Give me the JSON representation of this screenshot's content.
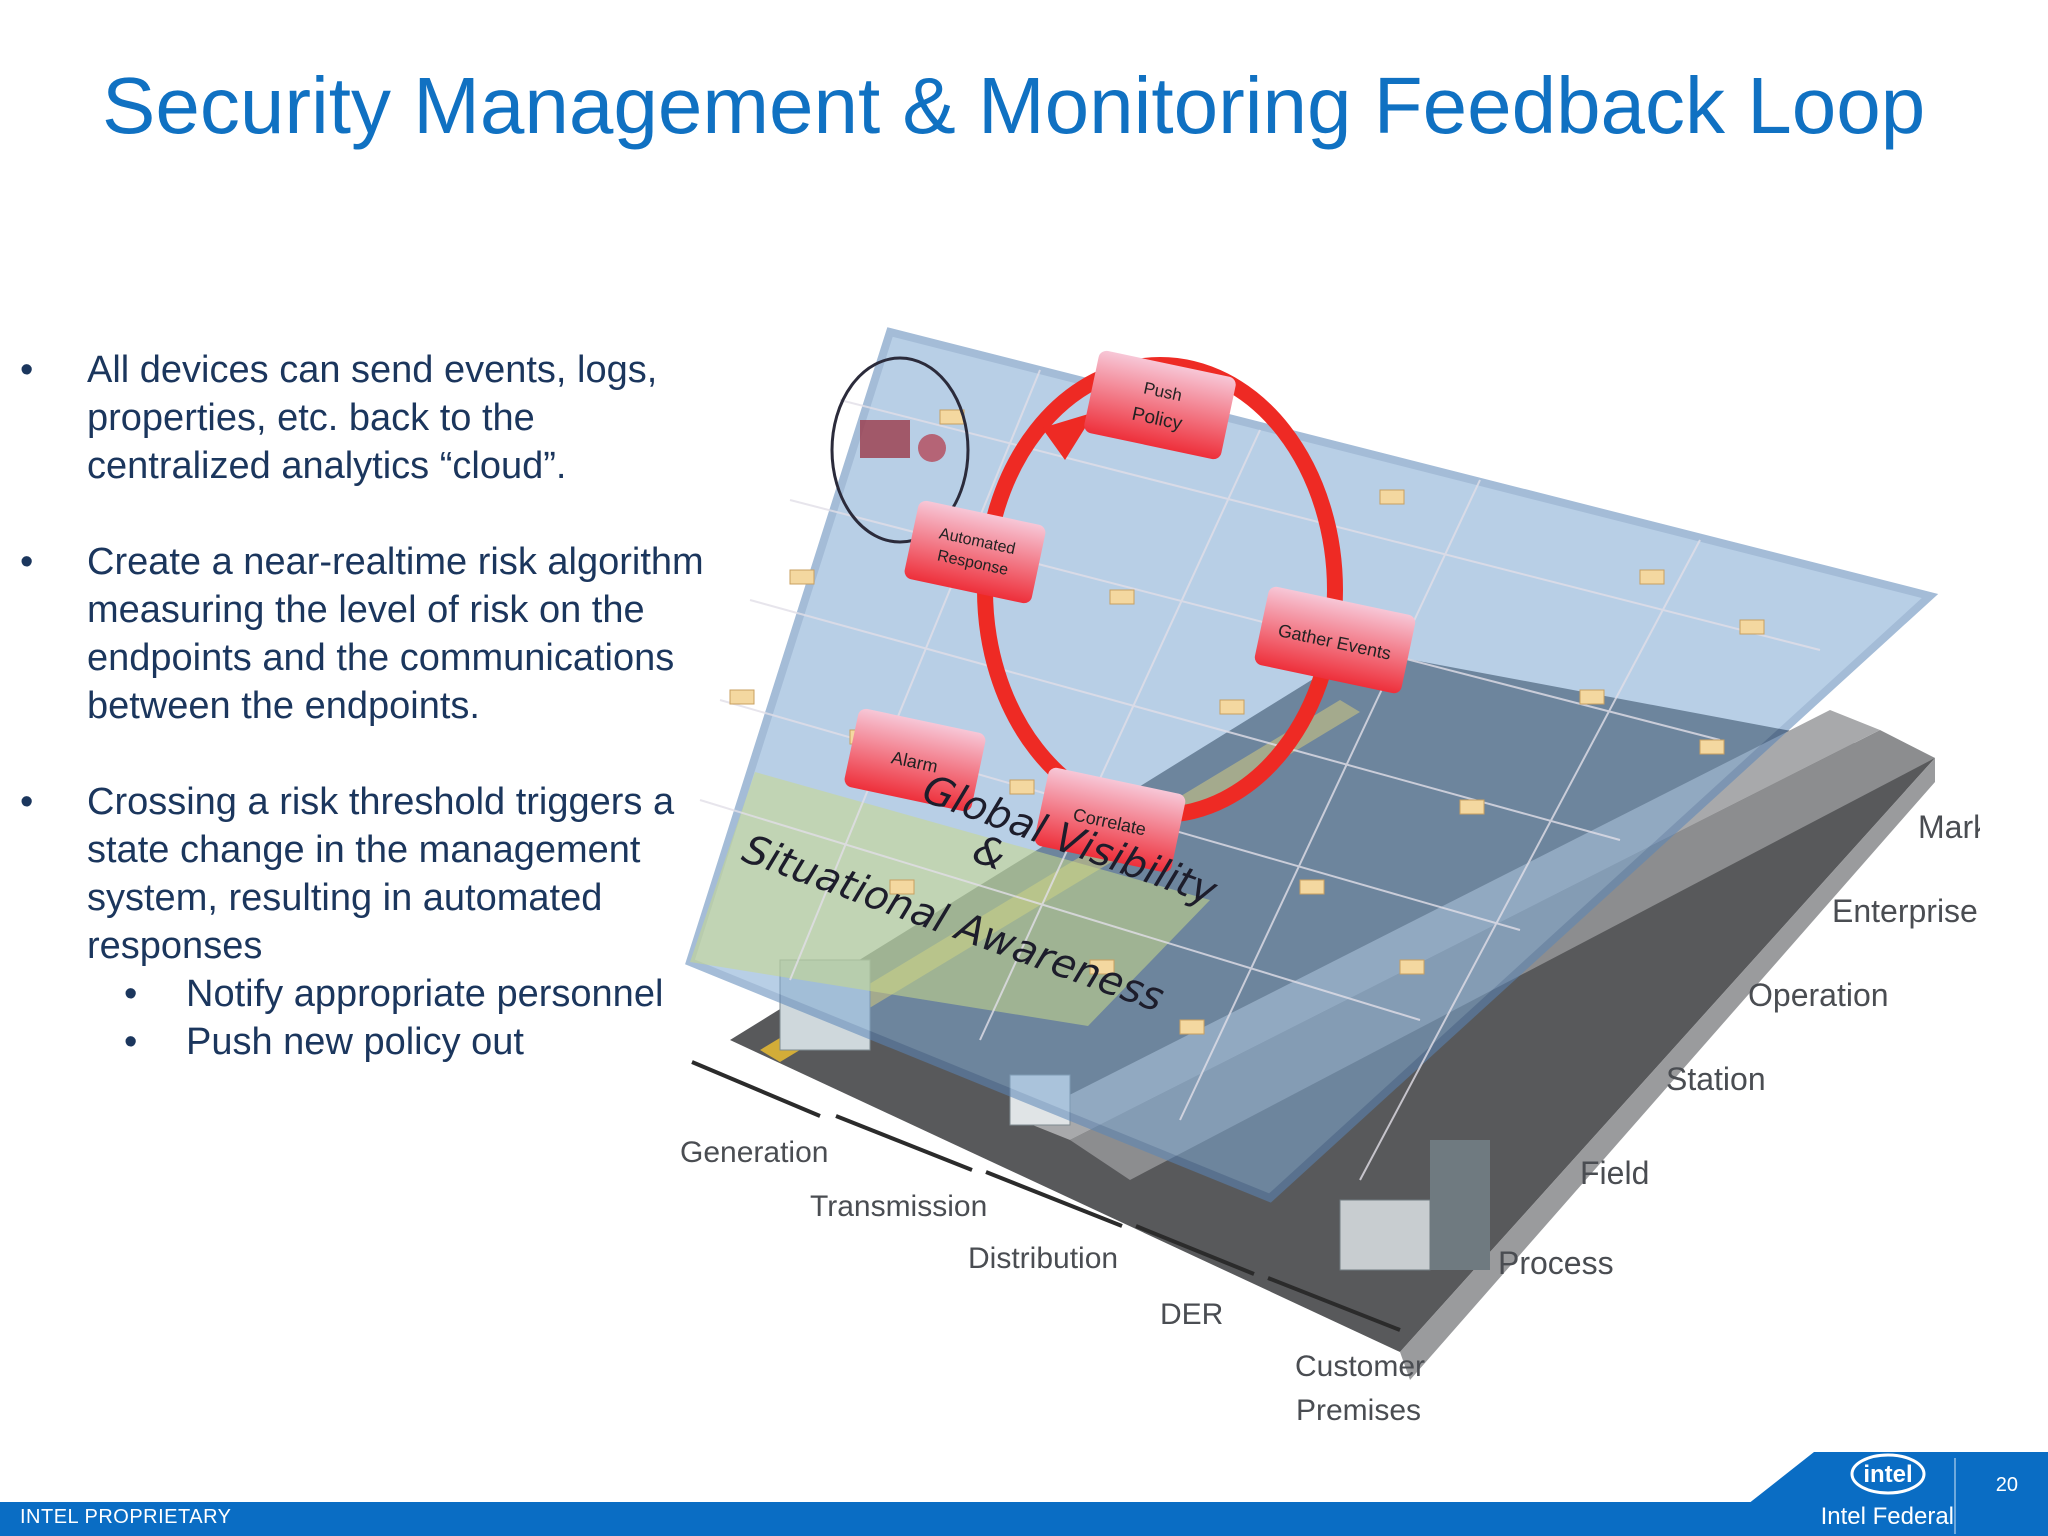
{
  "title": "Security Management & Monitoring Feedback Loop",
  "bullets": [
    {
      "text": "All devices can send events, logs, properties, etc. back to the centralized analytics “cloud”."
    },
    {
      "text": "Create a near-realtime risk algorithm measuring the level of risk on the endpoints and the communications between the endpoints."
    },
    {
      "text": "Crossing a risk threshold triggers a state change in the management system, resulting in automated responses",
      "subitems": [
        "Notify appropriate personnel",
        "Push new policy out"
      ]
    }
  ],
  "diagram": {
    "loop_steps": [
      "Push Policy",
      "Gather Events",
      "Correlate",
      "Alarm",
      "Automated Response"
    ],
    "overlay_line1": "Global Visibility",
    "overlay_amp": "&",
    "overlay_line2": "Situational Awareness",
    "zones": [
      "Market",
      "Enterprise",
      "Operation",
      "Station",
      "Field",
      "Process"
    ],
    "domains": [
      "Generation",
      "Transmission",
      "Distribution",
      "DER",
      "Customer",
      "Premises"
    ]
  },
  "footer": {
    "left": "INTEL PROPRIETARY",
    "right": "Intel Federal",
    "page": "20",
    "logo": "intel"
  },
  "colors": {
    "title": "#1071c2",
    "footer": "#0a6dc4",
    "loop": "#ee2a24"
  }
}
